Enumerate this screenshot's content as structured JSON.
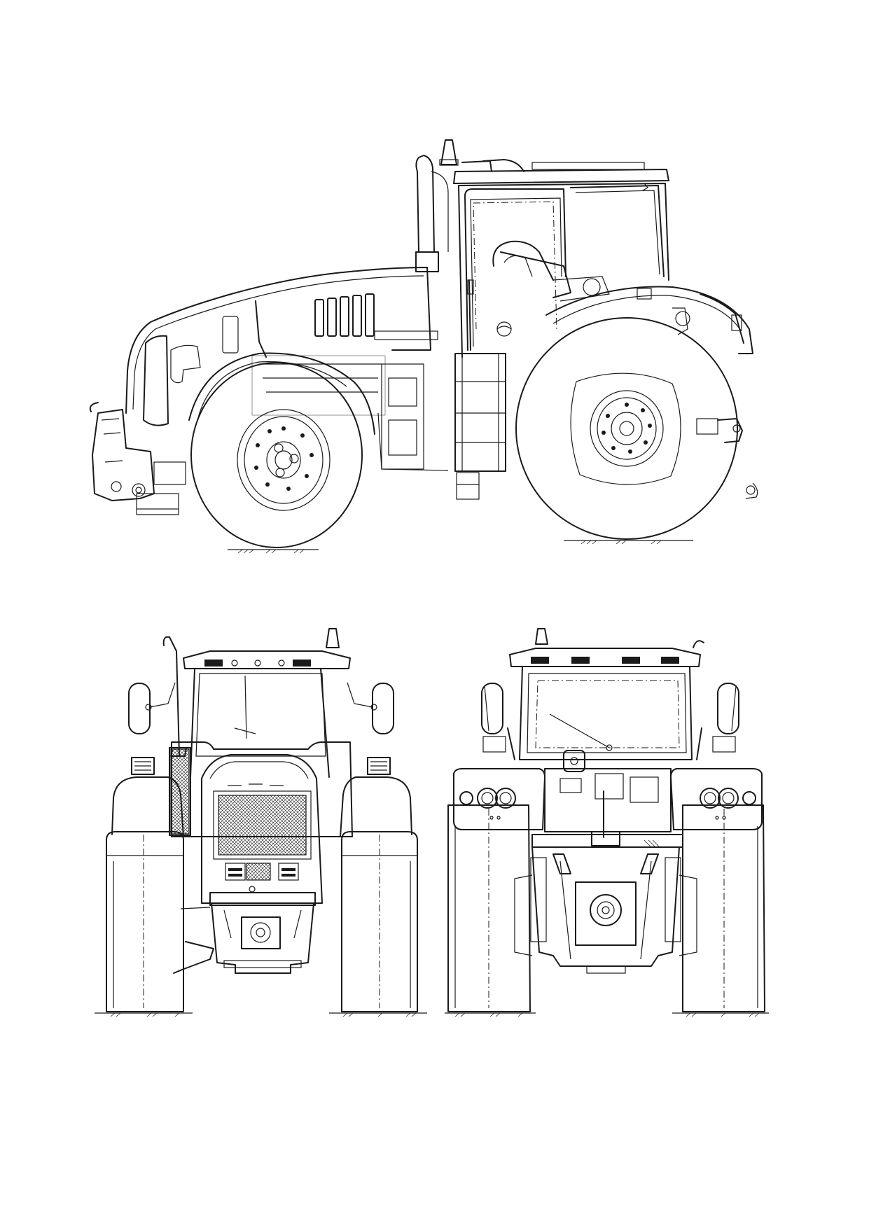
{
  "document": {
    "views": [
      {
        "id": "side",
        "label": ""
      },
      {
        "id": "front",
        "label": ""
      },
      {
        "id": "rear",
        "label": ""
      }
    ]
  },
  "colors": {
    "line": "#1a1a1a",
    "paper": "#ffffff"
  }
}
